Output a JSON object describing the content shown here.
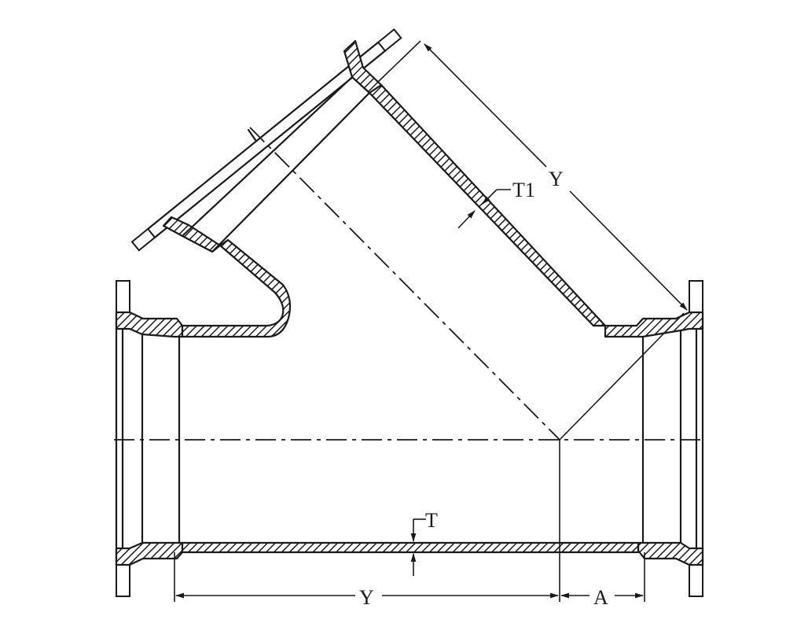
{
  "drawing": {
    "subject": "45-degree lateral (wye) flanged pipe fitting, cross-section",
    "colors": {
      "line": "#1a1a1a",
      "background": "#ffffff"
    },
    "labels": {
      "branch_length": "Y",
      "branch_wall_thickness": "T1",
      "run_wall_thickness": "T",
      "run_length": "Y",
      "end_length": "A"
    }
  }
}
